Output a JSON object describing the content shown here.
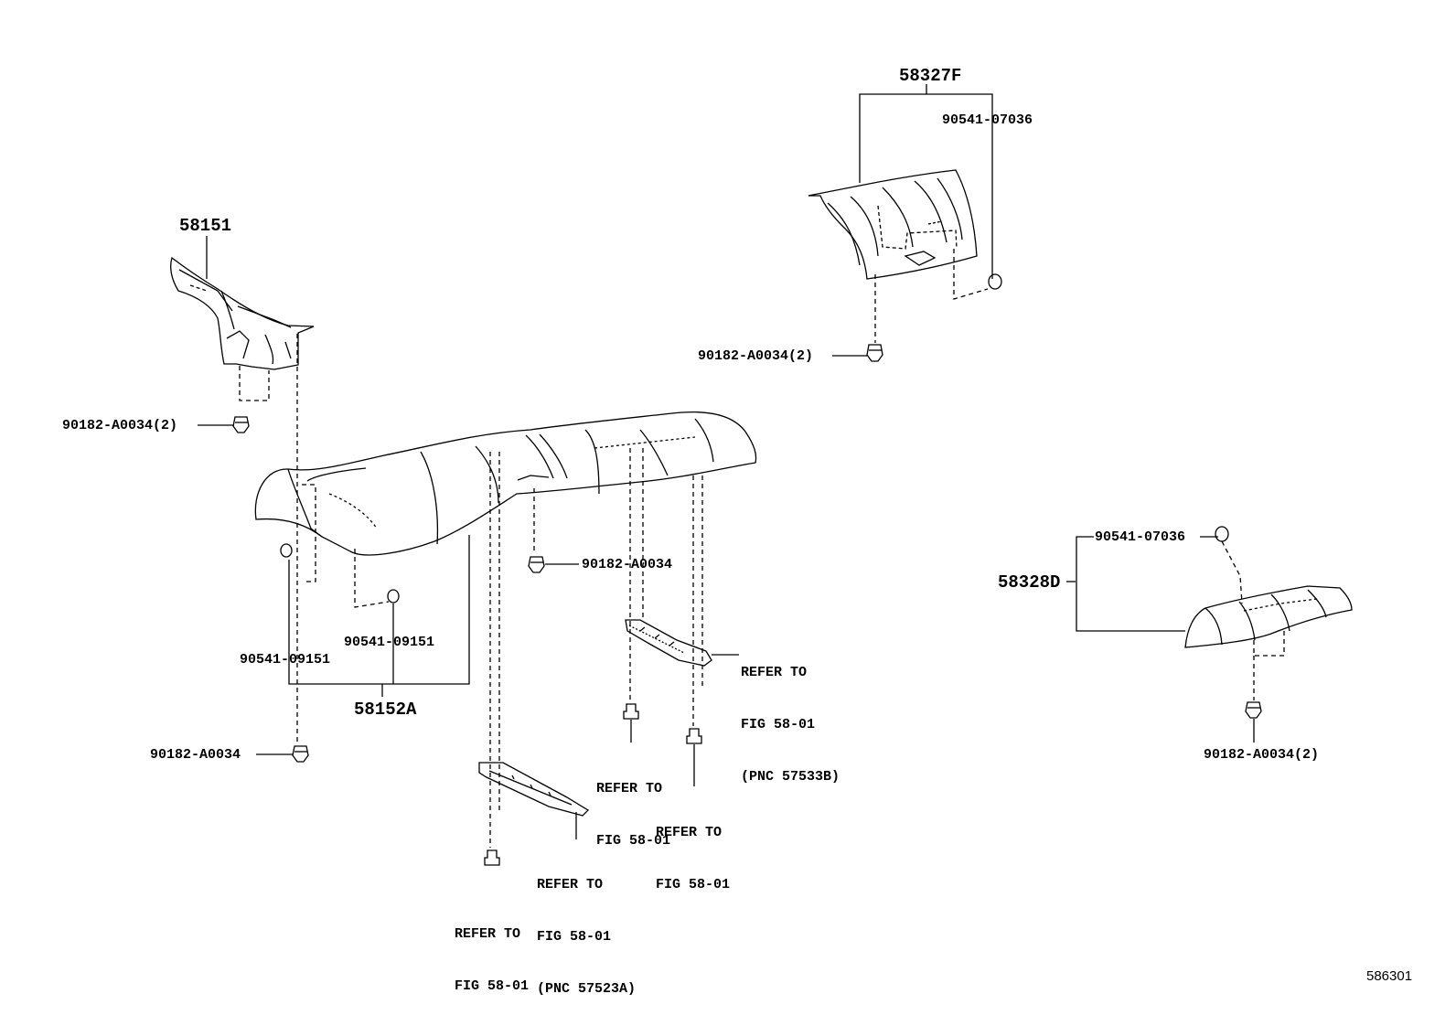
{
  "parts": {
    "p58151": "58151",
    "p58152a": "58152A",
    "p58327f": "58327F",
    "p58328d": "58328D"
  },
  "fasteners": {
    "clip_2_left": "90182-A0034(2)",
    "clip_2_top": "90182-A0034(2)",
    "clip_2_right": "90182-A0034(2)",
    "clip_center": "90182-A0034",
    "clip_bottom_left": "90182-A0034",
    "cushion_top_right": "90541-07036",
    "cushion_right": "90541-07036",
    "cushion_mid": "90541-09151",
    "cushion_left": "90541-09151"
  },
  "references": {
    "ref_57533b": [
      "REFER TO",
      "FIG 58-01",
      "(PNC 57533B)"
    ],
    "ref_bolt_mid": [
      "REFER TO",
      "FIG 58-01"
    ],
    "ref_bolt_right": [
      "REFER TO",
      "FIG 58-01"
    ],
    "ref_57523a": [
      "REFER TO",
      "FIG 58-01",
      "(PNC 57523A)"
    ],
    "ref_bolt_bottom": [
      "REFER TO",
      "FIG 58-01"
    ]
  },
  "figure_number": "586301"
}
